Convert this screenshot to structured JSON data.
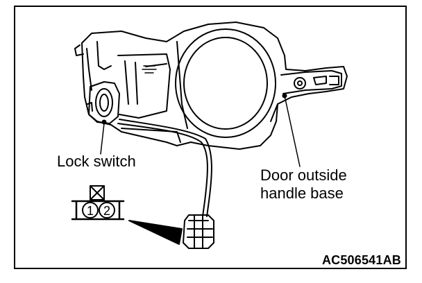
{
  "labels": {
    "lock_switch": "Lock switch",
    "door_handle_base_line1": "Door outside",
    "door_handle_base_line2": "handle base"
  },
  "connector": {
    "pin1": "1",
    "pin2": "2"
  },
  "figure_code": "AC506541AB",
  "colors": {
    "line": "#000000",
    "background": "#ffffff"
  }
}
